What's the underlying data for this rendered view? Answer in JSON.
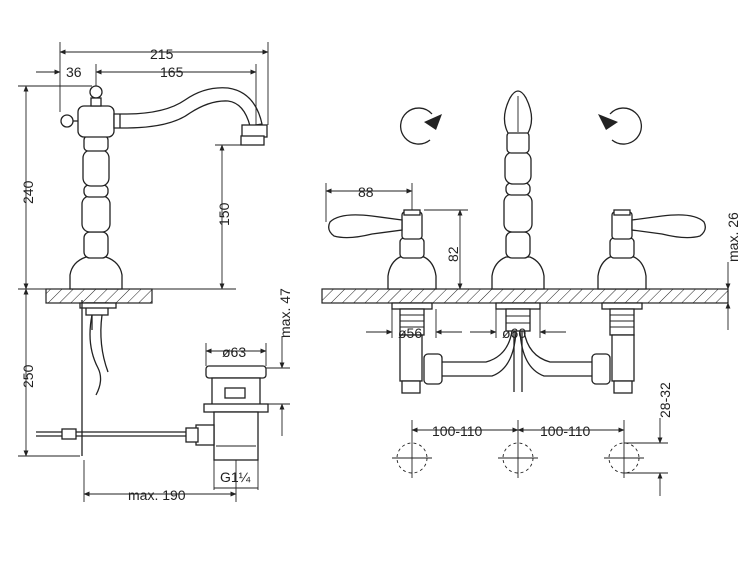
{
  "dimensions": {
    "total_length": "215",
    "offset": "36",
    "spout_reach": "165",
    "height": "240",
    "spout_height": "150",
    "below_deck": "250",
    "drain_diameter": "ø63",
    "max_47": "max. 47",
    "max_190": "max. 190",
    "thread": "G1¼",
    "handle_reach": "88",
    "handle_height": "82",
    "max_26": "max. 26",
    "hole_56": "ø56",
    "hole_60": "ø60",
    "spacing_left": "100-110",
    "spacing_right": "100-110",
    "hole_range": "28-32"
  },
  "icons": [
    "rotate-ccw-arrow-icon",
    "rotate-cw-arrow-icon"
  ]
}
